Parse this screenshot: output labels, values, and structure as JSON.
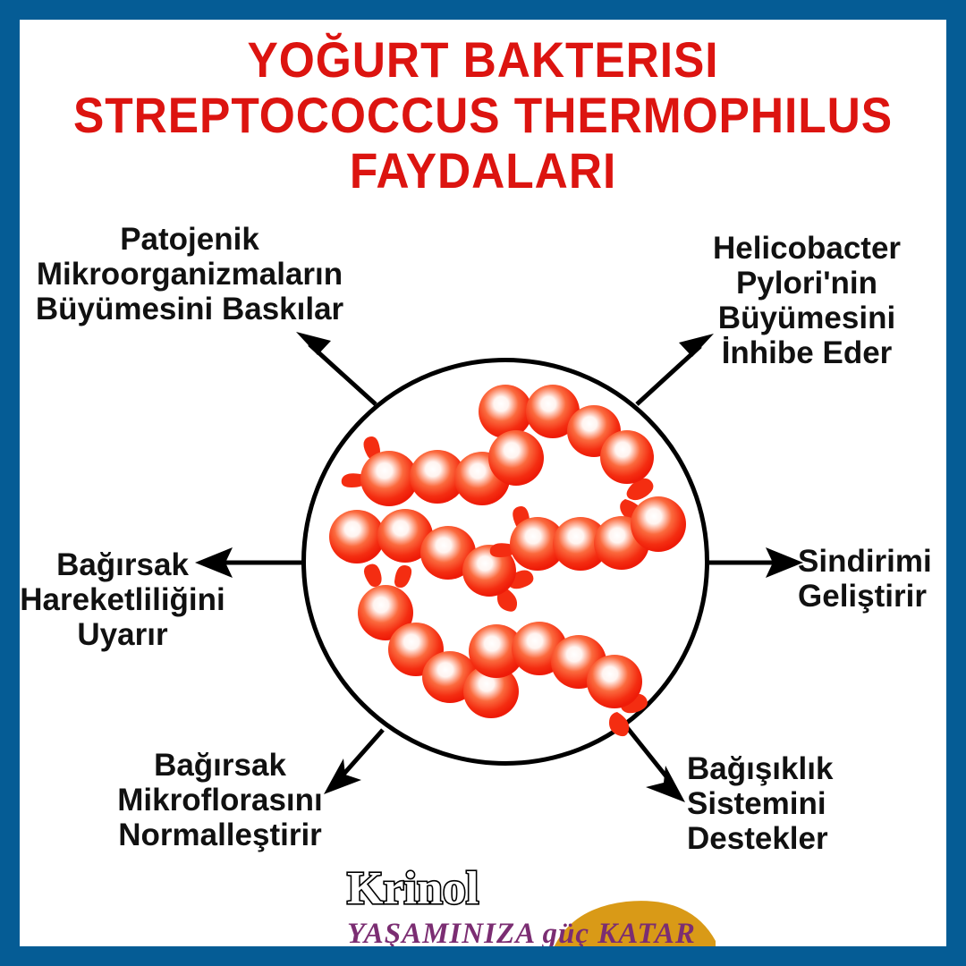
{
  "colors": {
    "frame_blue": "#055C95",
    "title_red": "#DC1410",
    "bacteria_red": "#F22B12",
    "bacteria_highlight": "#FFFFFF",
    "label_black": "#111111",
    "logo_gold": "#D99A17",
    "logo_purple": "#7B2D72",
    "background": "#FFFFFF",
    "circle_stroke": "#000000"
  },
  "title": {
    "line1": "YOĞURT BAKTERISI",
    "line2": "STREPTOCOCCUS THERMOPHILUS",
    "line3": "FAYDALARI"
  },
  "center": {
    "graphic_name": "streptococcus-thermophilus-chains",
    "description": "Chains of red spherical cocci bacteria inside a black outlined circle"
  },
  "benefits": [
    {
      "id": "top-left",
      "arrow_direction": "up-left",
      "lines": [
        "Patojenik",
        "Mikroorganizmaların",
        "Büyümesini Baskılar"
      ]
    },
    {
      "id": "top-right",
      "arrow_direction": "up-right",
      "lines": [
        "Helicobacter",
        "Pylori'nin",
        "Büyümesini",
        "İnhibe Eder"
      ]
    },
    {
      "id": "middle-left",
      "arrow_direction": "left",
      "lines": [
        "Bağırsak",
        "Hareketliliğini",
        "Uyarır"
      ]
    },
    {
      "id": "middle-right",
      "arrow_direction": "right",
      "lines": [
        "Sindirimi",
        "Geliştirir"
      ]
    },
    {
      "id": "bottom-left",
      "arrow_direction": "down-left",
      "lines": [
        "Bağırsak",
        "Mikroflorasını",
        "Normalleştirir"
      ]
    },
    {
      "id": "bottom-right",
      "arrow_direction": "down-right",
      "lines": [
        "Bağışıklık",
        "Sistemini",
        "Destekler"
      ]
    }
  ],
  "logo": {
    "brand": "Krinol",
    "tagline": "YAŞAMINIZA güç KATAR"
  }
}
